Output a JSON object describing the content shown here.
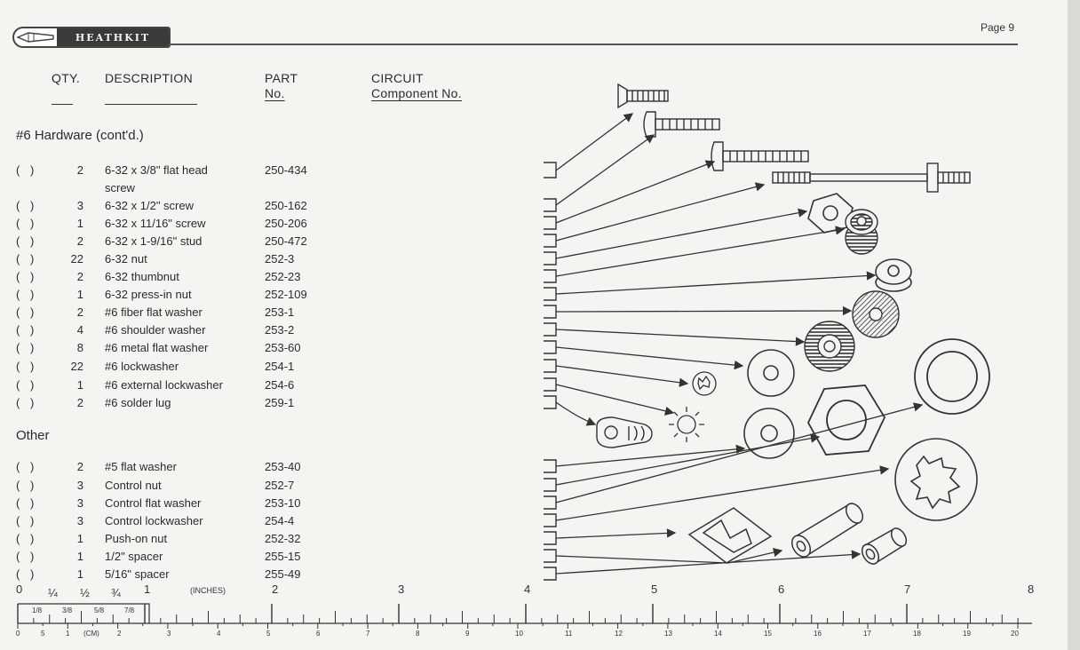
{
  "header": {
    "logo_text": "HEATHKIT",
    "page_label": "Page 9"
  },
  "columns": {
    "qty": "QTY.",
    "description": "DESCRIPTION",
    "part_line1": "PART",
    "part_line2": "No.",
    "circuit_line1": "CIRCUIT",
    "circuit_line2": "Component No."
  },
  "sections": [
    {
      "title": "#6 Hardware (cont'd.)",
      "rows": [
        {
          "check": "( )",
          "qty": "2",
          "desc": "6-32 x 3/8\" flat head",
          "desc2": "screw",
          "part": "250-434"
        },
        {
          "check": "( )",
          "qty": "3",
          "desc": "6-32 x 1/2\" screw",
          "part": "250-162"
        },
        {
          "check": "( )",
          "qty": "1",
          "desc": "6-32 x 11/16\" screw",
          "part": "250-206"
        },
        {
          "check": "( )",
          "qty": "2",
          "desc": "6-32 x 1-9/16\" stud",
          "part": "250-472"
        },
        {
          "check": "( )",
          "qty": "22",
          "desc": "6-32 nut",
          "part": "252-3"
        },
        {
          "check": "( )",
          "qty": "2",
          "desc": "6-32 thumbnut",
          "part": "252-23"
        },
        {
          "check": "( )",
          "qty": "1",
          "desc": "6-32 press-in nut",
          "part": "252-109"
        },
        {
          "check": "( )",
          "qty": "2",
          "desc": "#6 fiber flat washer",
          "part": "253-1"
        },
        {
          "check": "( )",
          "qty": "4",
          "desc": "#6 shoulder washer",
          "part": "253-2"
        },
        {
          "check": "( )",
          "qty": "8",
          "desc": "#6 metal flat washer",
          "part": "253-60"
        },
        {
          "check": "( )",
          "qty": "22",
          "desc": "#6 lockwasher",
          "part": "254-1"
        },
        {
          "check": "( )",
          "qty": "1",
          "desc": "#6 external lockwasher",
          "part": "254-6"
        },
        {
          "check": "( )",
          "qty": "2",
          "desc": "#6 solder lug",
          "part": "259-1"
        }
      ]
    },
    {
      "title": "Other",
      "rows": [
        {
          "check": "( )",
          "qty": "2",
          "desc": "#5 flat washer",
          "part": "253-40"
        },
        {
          "check": "( )",
          "qty": "3",
          "desc": "Control nut",
          "part": "252-7"
        },
        {
          "check": "( )",
          "qty": "3",
          "desc": "Control flat washer",
          "part": "253-10"
        },
        {
          "check": "( )",
          "qty": "3",
          "desc": "Control lockwasher",
          "part": "254-4"
        },
        {
          "check": "( )",
          "qty": "1",
          "desc": "Push-on nut",
          "part": "252-32"
        },
        {
          "check": "( )",
          "qty": "1",
          "desc": "1/2\" spacer",
          "part": "255-15"
        },
        {
          "check": "( )",
          "qty": "1",
          "desc": "5/16\" spacer",
          "part": "255-49"
        }
      ]
    }
  ],
  "ruler": {
    "inch_major": [
      "0",
      "2",
      "3",
      "4",
      "5",
      "6",
      "7",
      "8"
    ],
    "inch_fractions": [
      "¼",
      "½",
      "¾",
      "1"
    ],
    "inch_unit": "(INCHES)",
    "eighths": [
      "1/8",
      "3/8",
      "5/8",
      "7/8"
    ],
    "cm_labels": [
      "0",
      "5",
      "1",
      "(CM)",
      "2",
      "3",
      "4",
      "5",
      "6",
      "7",
      "8",
      "9",
      "10",
      "11",
      "12",
      "13",
      "14",
      "15",
      "16",
      "17",
      "18",
      "19",
      "20"
    ]
  }
}
